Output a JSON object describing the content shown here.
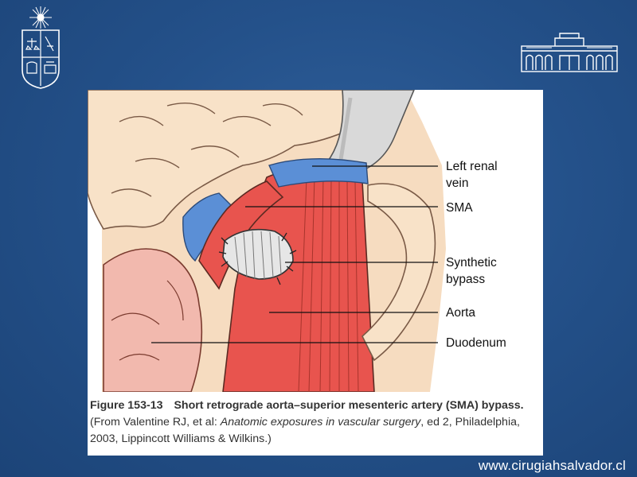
{
  "figure": {
    "labels": {
      "left_renal_vein_1": "Left renal",
      "left_renal_vein_2": "vein",
      "sma": "SMA",
      "synthetic_1": "Synthetic",
      "synthetic_2": "bypass",
      "aorta": "Aorta",
      "duodenum": "Duodenum"
    },
    "caption": {
      "number": "Figure 153-13",
      "title": "Short retrograde aorta–superior mesenteric artery (SMA) bypass.",
      "source_prefix": "(From Valentine RJ, et al: ",
      "source_title": "Anatomic exposures in vascular surgery",
      "source_suffix": ", ed 2, Philadelphia, 2003, Lippincott Williams & Wilkins.)"
    }
  },
  "footer": {
    "url": "www.cirugiahsalvador.cl"
  },
  "colors": {
    "background": "#24518a",
    "artery": "#e8544e",
    "vein": "#5b8fd6",
    "tissue": "#f6dcc0",
    "duodenum": "#f2b9ae"
  }
}
